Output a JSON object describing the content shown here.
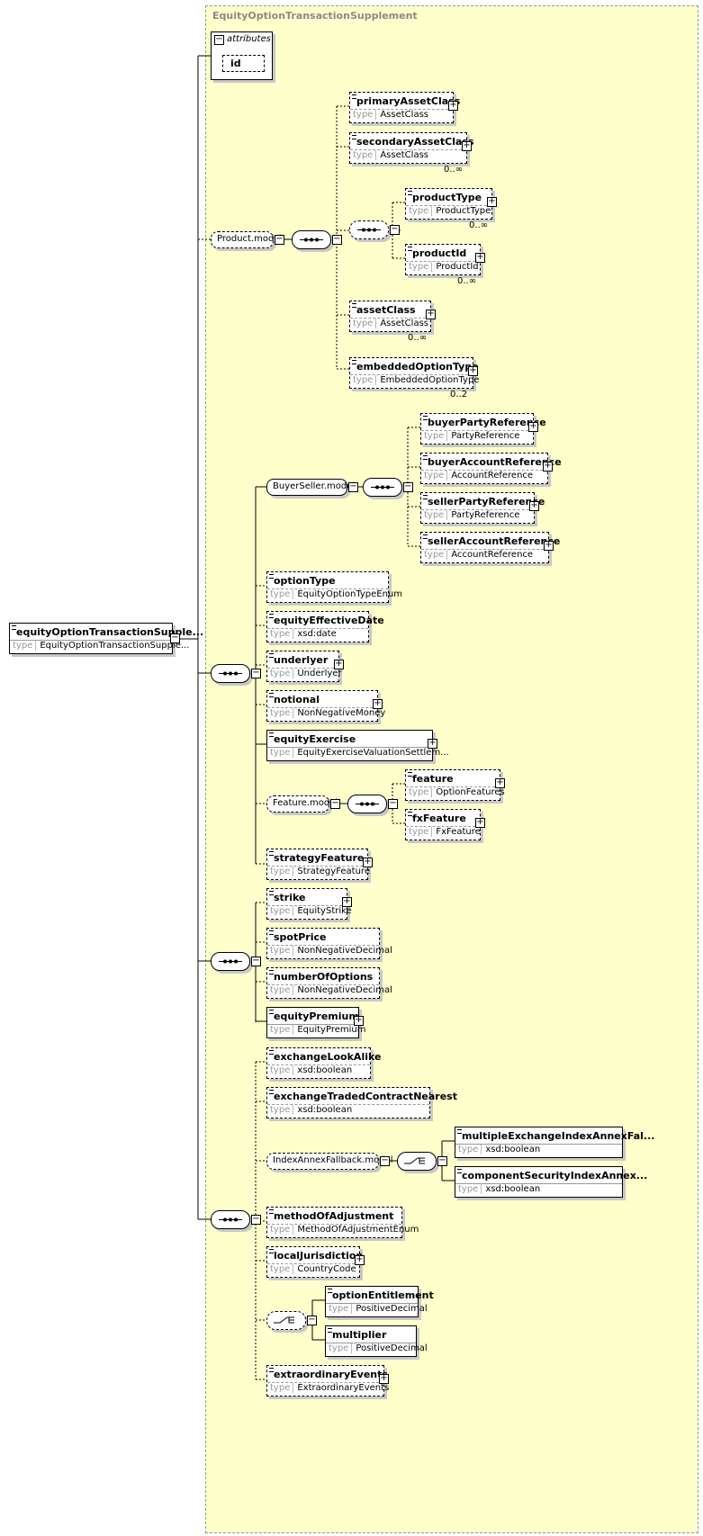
{
  "diagram": {
    "title": "EquityOptionTransactionSupplement",
    "type_label": "type",
    "root": {
      "name": "equityOptionTransactionSupple...",
      "type": "EquityOptionTransactionSupple..."
    },
    "attributes": {
      "label": "attributes",
      "items": [
        "id"
      ]
    },
    "product_model": {
      "name": "Product.model",
      "elements": [
        {
          "name": "primaryAssetClass",
          "type": "AssetClass",
          "occurs": ""
        },
        {
          "name": "secondaryAssetClass",
          "type": "AssetClass",
          "occurs": "0..∞"
        },
        {
          "name": "productType",
          "type": "ProductType",
          "occurs": "0..∞"
        },
        {
          "name": "productId",
          "type": "ProductId",
          "occurs": "0..∞"
        },
        {
          "name": "assetClass",
          "type": "AssetClass",
          "occurs": "0..∞"
        },
        {
          "name": "embeddedOptionType",
          "type": "EmbeddedOptionType",
          "occurs": "0..2"
        }
      ]
    },
    "buyer_seller_model": {
      "name": "BuyerSeller.model",
      "elements": [
        {
          "name": "buyerPartyReference",
          "type": "PartyReference"
        },
        {
          "name": "buyerAccountReference",
          "type": "AccountReference"
        },
        {
          "name": "sellerPartyReference",
          "type": "PartyReference"
        },
        {
          "name": "sellerAccountReference",
          "type": "AccountReference"
        }
      ]
    },
    "option_elements": [
      {
        "name": "optionType",
        "type": "EquityOptionTypeEnum"
      },
      {
        "name": "equityEffectiveDate",
        "type": "xsd:date"
      },
      {
        "name": "underlyer",
        "type": "Underlyer"
      },
      {
        "name": "notional",
        "type": "NonNegativeMoney"
      },
      {
        "name": "equityExercise",
        "type": "EquityExerciseValuationSettlem..."
      }
    ],
    "feature_model": {
      "name": "Feature.model",
      "elements": [
        {
          "name": "feature",
          "type": "OptionFeatures"
        },
        {
          "name": "fxFeature",
          "type": "FxFeature"
        }
      ]
    },
    "strategy_feature": {
      "name": "strategyFeature",
      "type": "StrategyFeature"
    },
    "strike_elements": [
      {
        "name": "strike",
        "type": "EquityStrike"
      },
      {
        "name": "spotPrice",
        "type": "NonNegativeDecimal"
      },
      {
        "name": "numberOfOptions",
        "type": "NonNegativeDecimal"
      },
      {
        "name": "equityPremium",
        "type": "EquityPremium"
      }
    ],
    "exchange_elements": [
      {
        "name": "exchangeLookAlike",
        "type": "xsd:boolean"
      },
      {
        "name": "exchangeTradedContractNearest",
        "type": "xsd:boolean"
      }
    ],
    "index_annex_model": {
      "name": "IndexAnnexFallback.model",
      "elements": [
        {
          "name": "multipleExchangeIndexAnnexFal...",
          "type": "xsd:boolean"
        },
        {
          "name": "componentSecurityIndexAnnex...",
          "type": "xsd:boolean"
        }
      ]
    },
    "adjustment_elements": [
      {
        "name": "methodOfAdjustment",
        "type": "MethodOfAdjustmentEnum"
      },
      {
        "name": "localJurisdiction",
        "type": "CountryCode"
      }
    ],
    "choice_elements": [
      {
        "name": "optionEntitlement",
        "type": "PositiveDecimal"
      },
      {
        "name": "multiplier",
        "type": "PositiveDecimal"
      }
    ],
    "extraordinary": {
      "name": "extraordinaryEvents",
      "type": "ExtraordinaryEvents"
    }
  }
}
